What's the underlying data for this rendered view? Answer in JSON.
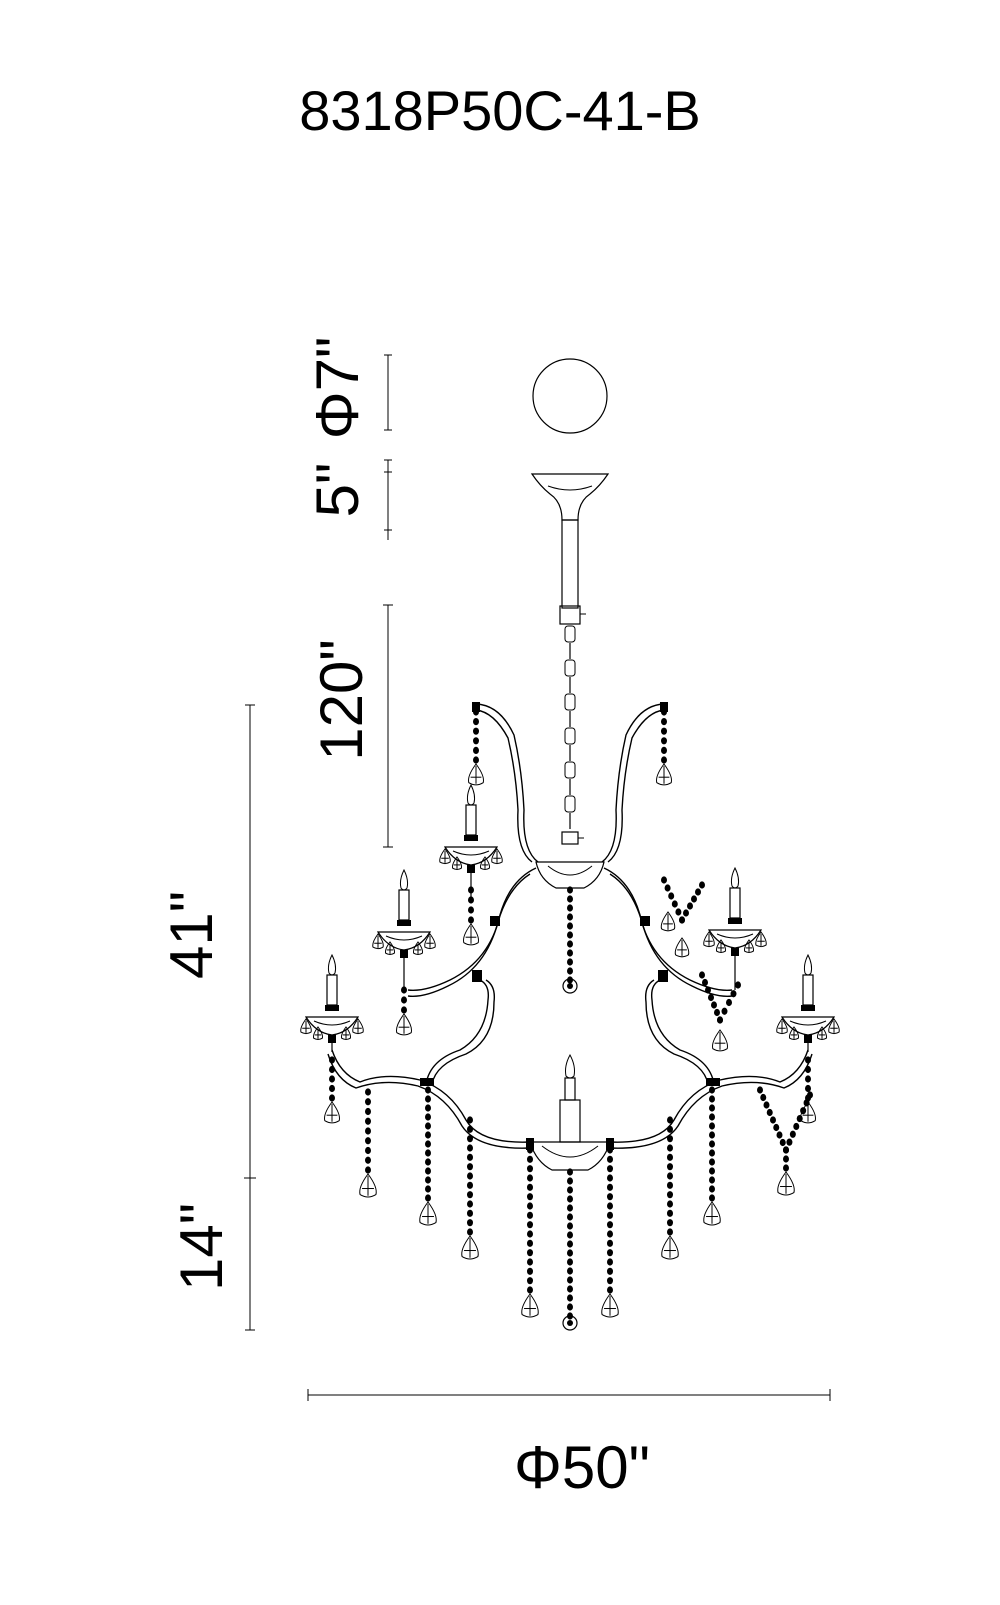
{
  "model_number": "8318P50C-41-B",
  "dimensions": {
    "canopy_diameter": "Φ7\"",
    "canopy_height": "5\"",
    "chain_length": "120\"",
    "body_height": "41\"",
    "lower_drop": "14\"",
    "overall_diameter": "Φ50\""
  },
  "colors": {
    "line": "#000000",
    "background": "#ffffff"
  }
}
